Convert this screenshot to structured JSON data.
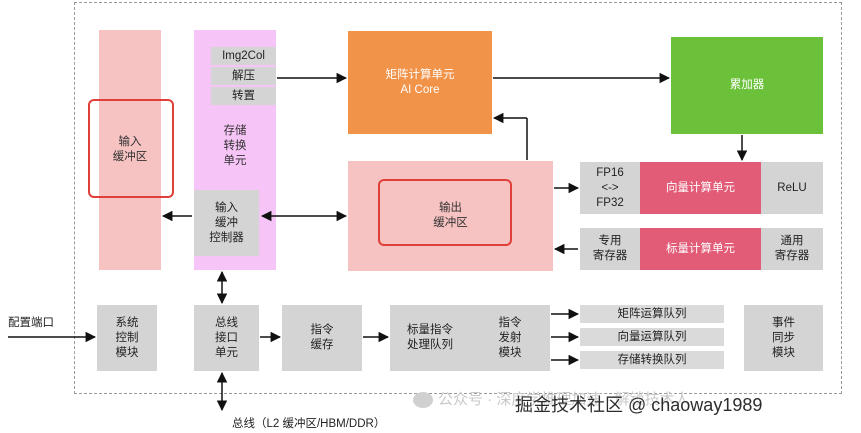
{
  "blocks": {
    "input_buffer": "输入\n缓冲区",
    "storage_convert": "存储\n转换\n单元",
    "img2col": "Img2Col",
    "decompress": "解压",
    "transpose": "转置",
    "input_buffer_ctrl": "输入\n缓冲\n控制器",
    "matrix_unit": "矩阵计算单元\nAI Core",
    "accumulator": "累加器",
    "output_buffer": "输出\n缓冲区",
    "fp_convert": "FP16\n<->\nFP32",
    "vector_unit": "向量计算单元",
    "relu": "ReLU",
    "special_reg": "专用\n寄存器",
    "scalar_unit": "标量计算单元",
    "general_reg": "通用\n寄存器",
    "sys_ctrl": "系统\n控制\n模块",
    "bus_if": "总线\n接口\n单元",
    "inst_cache": "指令\n缓存",
    "scalar_queue": "标量指令\n处理队列",
    "inst_dispatch": "指令\n发射\n模块",
    "matrix_queue": "矩阵运算队列",
    "vector_queue": "向量运算队列",
    "storage_queue": "存储转换队列",
    "event_sync": "事件\n同步\n模块"
  },
  "labels": {
    "config_port": "配置端口",
    "bus": "总线（L2 缓冲区/HBM/DDR）"
  },
  "watermark": {
    "line1": "公众号 · 深度学推理加速 · 解锁技术人",
    "line2": "掘金技术社区 @ chaoway1989"
  },
  "colors": {
    "gray": "#d4d4d4",
    "pink": "#f6c2c2",
    "violet": "#f7c4f7",
    "orange": "#f2934a",
    "green": "#6cc13a",
    "red": "#e25c78",
    "highlight": "#e0403a"
  }
}
